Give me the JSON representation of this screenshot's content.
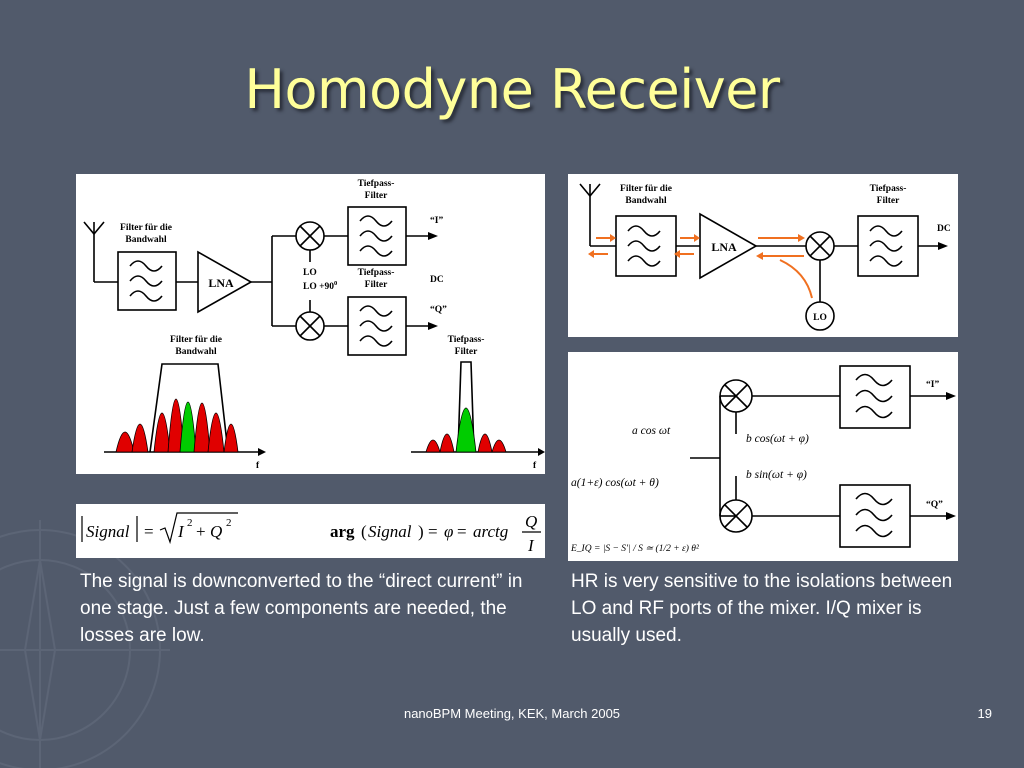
{
  "slide": {
    "title": "Homodyne Receiver",
    "footer_text": "nanoBPM Meeting, KEK, March 2005",
    "page_number": "19"
  },
  "theme": {
    "background": "#515a6b",
    "title_color": "#ffff99",
    "signal_red": "#e00000",
    "signal_green": "#00cc00",
    "arrow_orange": "#f07020"
  },
  "diagram_iq": {
    "label_filter_bandwahl": [
      "Filter für die",
      "Bandwahl"
    ],
    "label_lna": "LNA",
    "label_lowpass_top": [
      "Tiefpass-",
      "Filter"
    ],
    "label_lowpass_bottom": [
      "Tiefpass-",
      "Filter"
    ],
    "label_lo": "LO",
    "label_lo90": "LO +90",
    "label_lo90_sup": "0",
    "label_i": "“I”",
    "label_q": "“Q”",
    "label_dc": "DC",
    "spectrum_left_title": [
      "Filter für die",
      "Bandwahl"
    ],
    "spectrum_right_title": [
      "Tiefpass-",
      "Filter"
    ],
    "axis_f_left": "f",
    "axis_f_right": "f"
  },
  "formula": {
    "magnitude_lhs": "Signal",
    "magnitude_rhs_i": "I",
    "magnitude_rhs_q": "Q",
    "magnitude_exp": "2",
    "arg_label": "arg",
    "arg_signal": "Signal",
    "phi": "φ",
    "arctg": "arctg",
    "frac_num": "Q",
    "frac_den": "I"
  },
  "diagram_lo": {
    "label_filter_bandwahl": [
      "Filter für die",
      "Bandwahl"
    ],
    "label_lna": "LNA",
    "label_lowpass": [
      "Tiefpass-",
      "Filter"
    ],
    "label_dc": "DC",
    "label_lo": "LO"
  },
  "diagram_mixer": {
    "input_signal": "a cos ωt",
    "input_lo": "a(1+ε) cos(ωt + θ)",
    "branch_top": "b cos(ωt + φ)",
    "branch_bottom": "b sin(ωt + φ)",
    "label_i": "“I”",
    "label_q": "“Q”",
    "error_formula": "E_IQ = |S − S′| / S ≃ (1/2 + ε) θ²"
  },
  "captions": {
    "left": "The signal is downconverted to the “direct current” in one stage. Just a few components are needed, the losses are low.",
    "right": "HR is very sensitive to the isolations between LO and RF ports of the mixer. I/Q mixer is usually used."
  }
}
